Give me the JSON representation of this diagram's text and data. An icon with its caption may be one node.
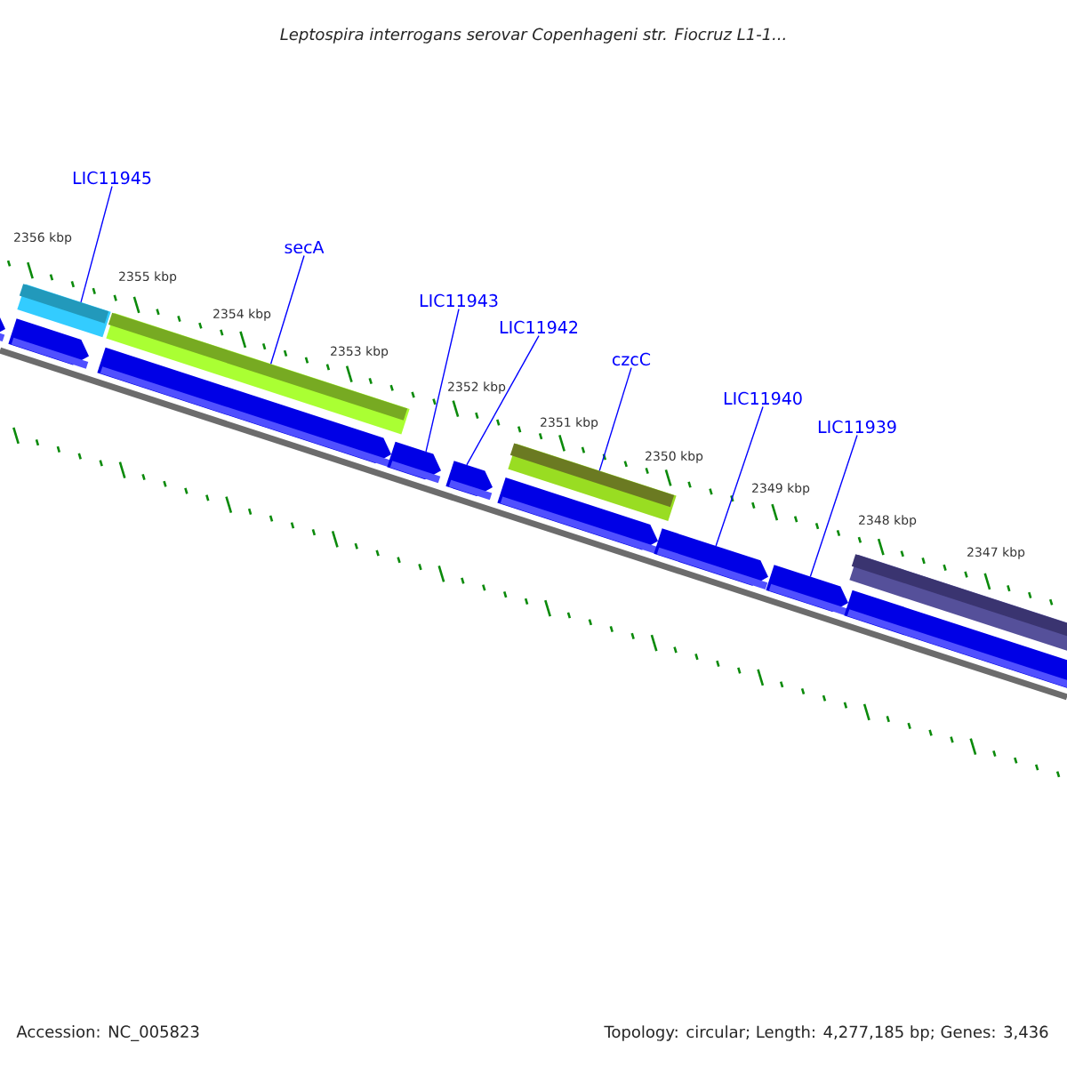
{
  "diagram": {
    "title": "Leptospira interrogans serovar Copenhageni str. Fiocruz L1-1...",
    "nodes": [
      {
        "text": [
          "LIC11945"
        ]
      },
      {
        "text": [
          "secA"
        ]
      },
      {
        "text": [
          "LIC11943"
        ]
      },
      {
        "text": [
          "LIC11942"
        ]
      },
      {
        "text": [
          "czcC"
        ]
      },
      {
        "text": [
          "LIC11940"
        ]
      },
      {
        "text": [
          "LIC11939"
        ]
      },
      {
        "text": [],
        "shape": "bar"
      },
      {
        "text": [],
        "shape": "bar"
      },
      {
        "text": [],
        "shape": "bar"
      },
      {
        "text": [],
        "shape": "bar"
      },
      {
        "text": [],
        "shape": "pentagon"
      },
      {
        "text": [],
        "shape": "pentagon"
      },
      {
        "text": [],
        "shape": "pentagon"
      },
      {
        "text": [],
        "shape": "pentagon"
      },
      {
        "text": [],
        "shape": "pentagon"
      },
      {
        "text": [],
        "shape": "pentagon"
      },
      {
        "text": [],
        "shape": "pentagon"
      },
      {
        "text": [],
        "shape": "pentagon"
      },
      {
        "text": [],
        "shape": "bar"
      }
    ],
    "edges": [
      {
        "from": 0,
        "to": 7,
        "arrow": "none"
      },
      {
        "from": 1,
        "to": 8,
        "arrow": "none"
      },
      {
        "from": 2,
        "to": 14,
        "arrow": "none"
      },
      {
        "from": 3,
        "to": 15,
        "arrow": "none"
      },
      {
        "from": 4,
        "to": 9,
        "arrow": "none"
      },
      {
        "from": 5,
        "to": 17,
        "arrow": "none"
      },
      {
        "from": 6,
        "to": 18,
        "arrow": "none"
      }
    ],
    "labels": [
      "2356 kbp",
      "2355 kbp",
      "2354 kbp",
      "2353 kbp",
      "2352 kbp",
      "2351 kbp",
      "2350 kbp",
      "2349 kbp",
      "2348 kbp",
      "2347 kbp",
      "Accession: NC_005823",
      "Topology: circular; Length: 4,277,185 bp; Genes: 3,436"
    ]
  }
}
